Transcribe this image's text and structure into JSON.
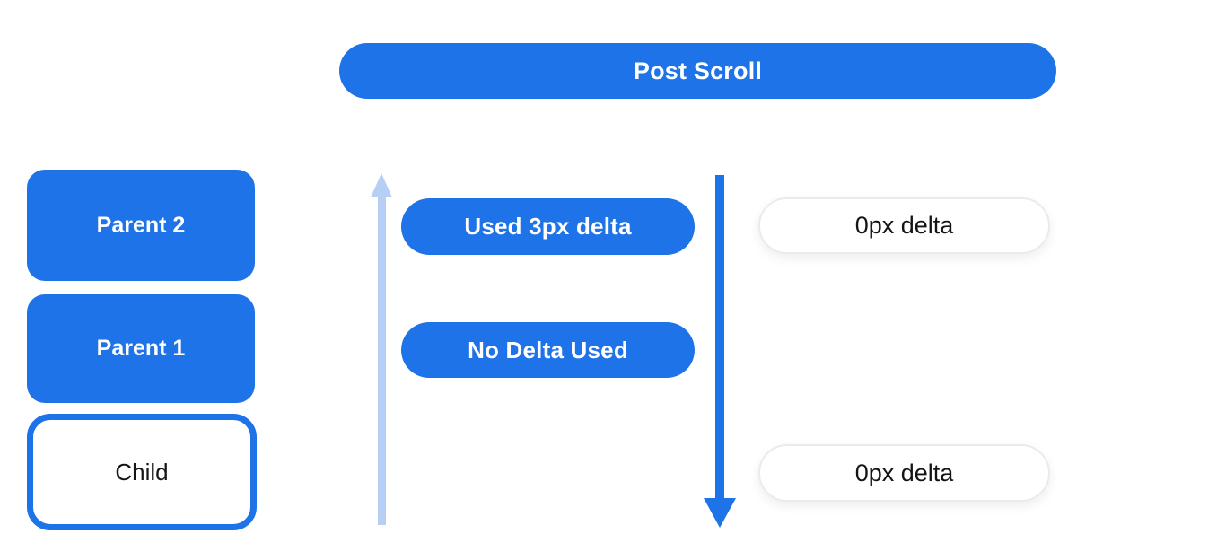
{
  "banner": {
    "label": "Post Scroll"
  },
  "left_column": {
    "boxes": [
      {
        "id": "parent-2",
        "label": "Parent 2",
        "style": "filled"
      },
      {
        "id": "parent-1",
        "label": "Parent 1",
        "style": "filled"
      },
      {
        "id": "child",
        "label": "Child",
        "style": "outlined"
      }
    ]
  },
  "middle": {
    "up_arrow": "scroll-up-arrow",
    "down_arrow": "scroll-down-arrow",
    "pills": [
      {
        "label": "Used 3px delta"
      },
      {
        "label": "No Delta Used"
      }
    ]
  },
  "right_column": {
    "pills": [
      {
        "label": "0px delta"
      },
      {
        "label": "0px delta"
      }
    ]
  },
  "colors": {
    "primary_blue": "#1F73E8",
    "light_blue": "#B7CFF4",
    "white": "#FFFFFF",
    "dark_text": "#141414",
    "pill_border": "#EBEBEB"
  }
}
